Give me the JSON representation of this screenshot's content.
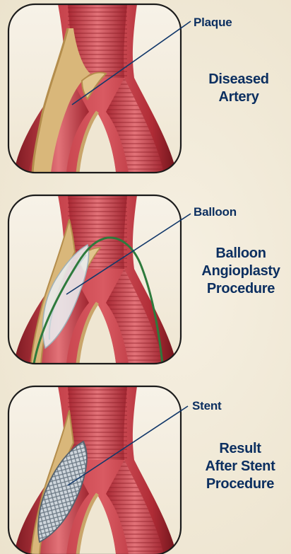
{
  "panels": [
    {
      "callout": "Plaque",
      "description": [
        "Diseased",
        "Artery"
      ]
    },
    {
      "callout": "Balloon",
      "description": [
        "Balloon",
        "Angioplasty",
        "Procedure"
      ]
    },
    {
      "callout": "Stent",
      "description": [
        "Result",
        "After Stent",
        "Procedure"
      ]
    }
  ],
  "colors": {
    "label_text": "#0c2f60",
    "leader_line": "#12386a",
    "artery_wall": "#b9333c",
    "plaque": "#d9b77a",
    "balloon_wire": "#2e7a3c",
    "background": "#f1ead8"
  },
  "icons": [
    "diseased-artery-illustration",
    "balloon-angioplasty-illustration",
    "stented-artery-illustration"
  ]
}
